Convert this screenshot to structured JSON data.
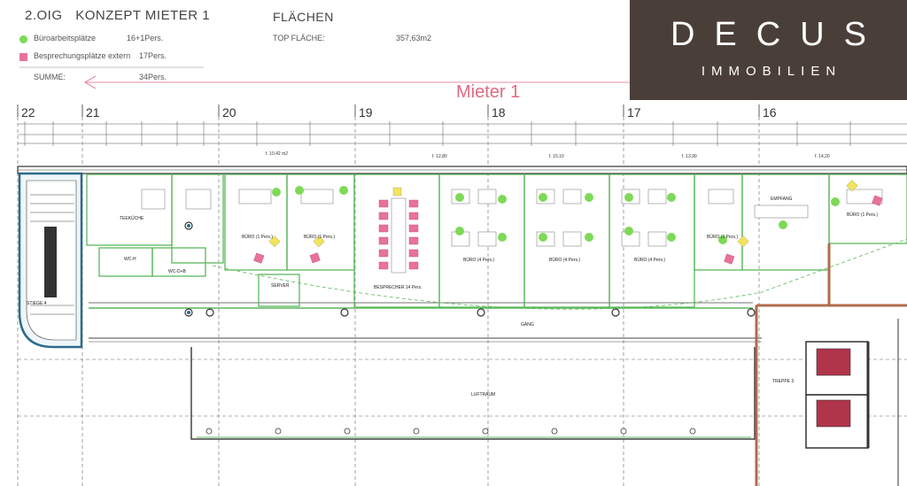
{
  "header": {
    "floor": "2.OIG",
    "concept": "KONZEPT MIETER 1",
    "areas_heading": "FLÄCHEN"
  },
  "legend": {
    "office_label": "Büroarbeitsplätze",
    "office_value": "16+1Pers.",
    "meeting_label": "Besprechungsplätze extern",
    "meeting_value": "17Pers.",
    "sum_label": "SUMME:",
    "sum_value": "34Pers.",
    "office_color": "#7ed957",
    "meeting_color": "#e8739a"
  },
  "area": {
    "label": "TOP FLÄCHE:",
    "value": "357,63m2"
  },
  "logo": {
    "brand": "DECUS",
    "sub": "IMMOBILIEN",
    "bg_color": "#4a3f38"
  },
  "tenant_marker": "Mieter 1",
  "axis_numbers": [
    "22",
    "21",
    "20",
    "19",
    "18",
    "17",
    "16"
  ],
  "rooms": {
    "kitchen": "TEEKÜCHE",
    "wc_h": "WC-H",
    "wc_d": "WC-D+B",
    "server": "SERVER",
    "stair4": "STIEGE 4",
    "buero1a": "BÜRO (1 Pers.)",
    "buero1b": "BÜRO (1 Pers.)",
    "meeting": "BESPRECHER 14 Pers.",
    "buero4a": "BÜRO (4 Pers.)",
    "buero4b": "BÜRO (4 Pers.)",
    "buero4c": "BÜRO (4 Pers.)",
    "buero1c": "BÜRO (1 Pers.)",
    "empfang": "EMPFANG",
    "buero1d": "BÜRO (1 Pers.)",
    "gang": "GANG",
    "luftraum": "LUFTRAUM",
    "stair3": "TREPPE 3"
  }
}
